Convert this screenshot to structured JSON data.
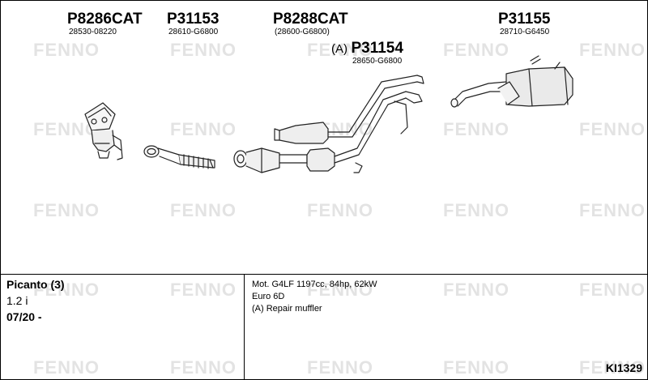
{
  "watermark": "FENNO",
  "parts": [
    {
      "id": "P8286CAT",
      "ref": "28530-08220"
    },
    {
      "id": "P31153",
      "ref": "28610-G6800"
    },
    {
      "id": "P8288CAT",
      "ref": "(28600-G6800)"
    },
    {
      "id": "P31154",
      "ref": "28650-G6800",
      "prefix": "(A)"
    },
    {
      "id": "P31155",
      "ref": "28710-G6450"
    }
  ],
  "vehicle": {
    "model": "Picanto (3)",
    "engine": "1.2 i",
    "years": "07/20 -"
  },
  "notes": {
    "motor": "Mot. G4LF 1197cc, 84hp, 62kW",
    "emission": "Euro 6D",
    "repair": "(A) Repair muffler"
  },
  "diagram_code": "KI1329"
}
